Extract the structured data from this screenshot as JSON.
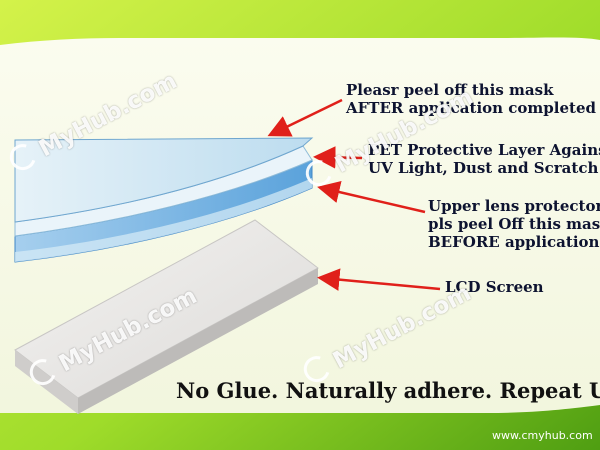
{
  "colors": {
    "green_light": "#c6ef3c",
    "green_dark": "#4f9e12",
    "panel": "#f7f9e6",
    "arrow": "#e0201a",
    "text": "#0d1330",
    "layer_top": "#d8ecf6",
    "layer_mid": "#7ab8e6",
    "lcd": "#ecebea"
  },
  "labels": {
    "mask_after": [
      "Pleasr peel off this mask",
      "AFTER application completed"
    ],
    "pet_layer": [
      "PET Protective Layer Against",
      "UV Light, Dust and Scratch"
    ],
    "upper_lens": [
      "Upper lens protector",
      "pls peel Off this mask",
      "BEFORE application"
    ],
    "lcd": [
      "LCD Screen"
    ]
  },
  "tagline": "No Glue. Naturally adhere. Repeat Use",
  "watermark": "MyHub.com",
  "site_url": "www.cmyhub.com",
  "icons": [
    "arrow-icon",
    "watermark-logo-icon"
  ]
}
